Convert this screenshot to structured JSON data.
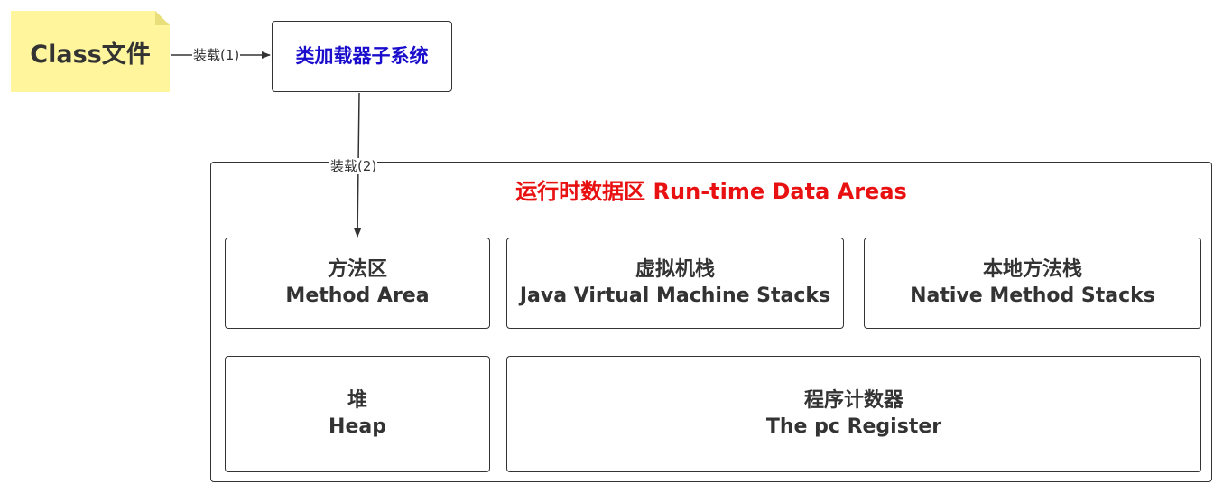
{
  "class_file": {
    "label": "Class文件"
  },
  "class_loader": {
    "label": "类加载器子系统"
  },
  "edges": {
    "load1": "装载(1)",
    "load2": "装载(2)"
  },
  "runtime_data_areas": {
    "title": "运行时数据区 Run-time Data Areas",
    "areas": [
      {
        "zh": "方法区",
        "en": "Method Area"
      },
      {
        "zh": "虚拟机栈",
        "en": "Java Virtual Machine Stacks"
      },
      {
        "zh": "本地方法栈",
        "en": "Native Method Stacks"
      },
      {
        "zh": "堆",
        "en": "Heap"
      },
      {
        "zh": "程序计数器",
        "en": "The pc Register"
      }
    ]
  },
  "colors": {
    "note_fill": "#fff59d",
    "loader_text": "#1a0dcc",
    "title_text": "#e81010",
    "border": "#333333"
  }
}
